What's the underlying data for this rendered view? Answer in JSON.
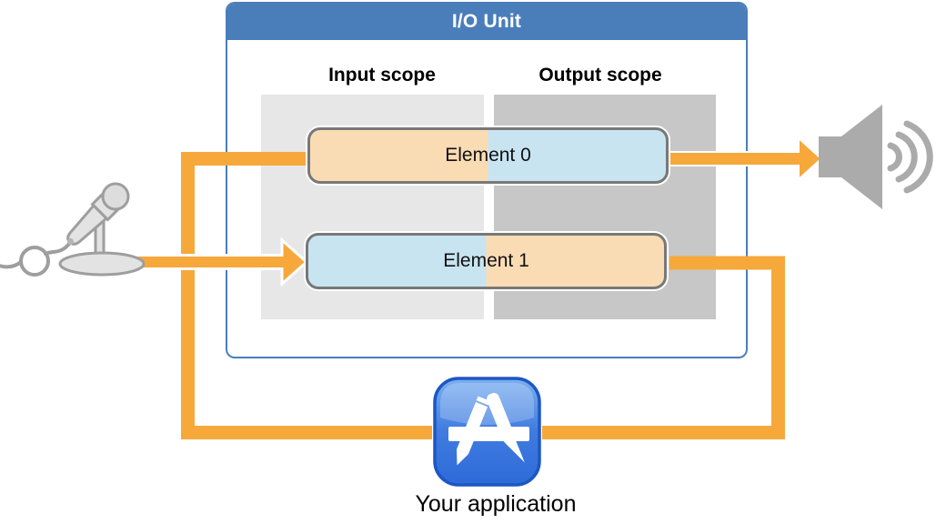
{
  "io_unit": {
    "title": "I/O Unit",
    "input_scope_label": "Input scope",
    "output_scope_label": "Output scope",
    "elements": [
      {
        "label": "Element 0"
      },
      {
        "label": "Element 1"
      }
    ]
  },
  "application": {
    "label": "Your application"
  },
  "icons": {
    "left_input_device": "microphone-icon",
    "right_output_device": "speaker-icon",
    "bottom_app": "app-store-icon"
  },
  "colors": {
    "header_blue": "#4A7EBB",
    "arrow_orange": "#F6A83B",
    "element_peach": "#FADCB4",
    "element_blue": "#C8E4F1",
    "input_panel_gray": "#E7E7E7",
    "output_panel_gray": "#C7C7C7",
    "element_border_gray": "#787878",
    "device_icon_gray": "#ABABAB",
    "app_icon_blue": "#2E6BD8"
  }
}
